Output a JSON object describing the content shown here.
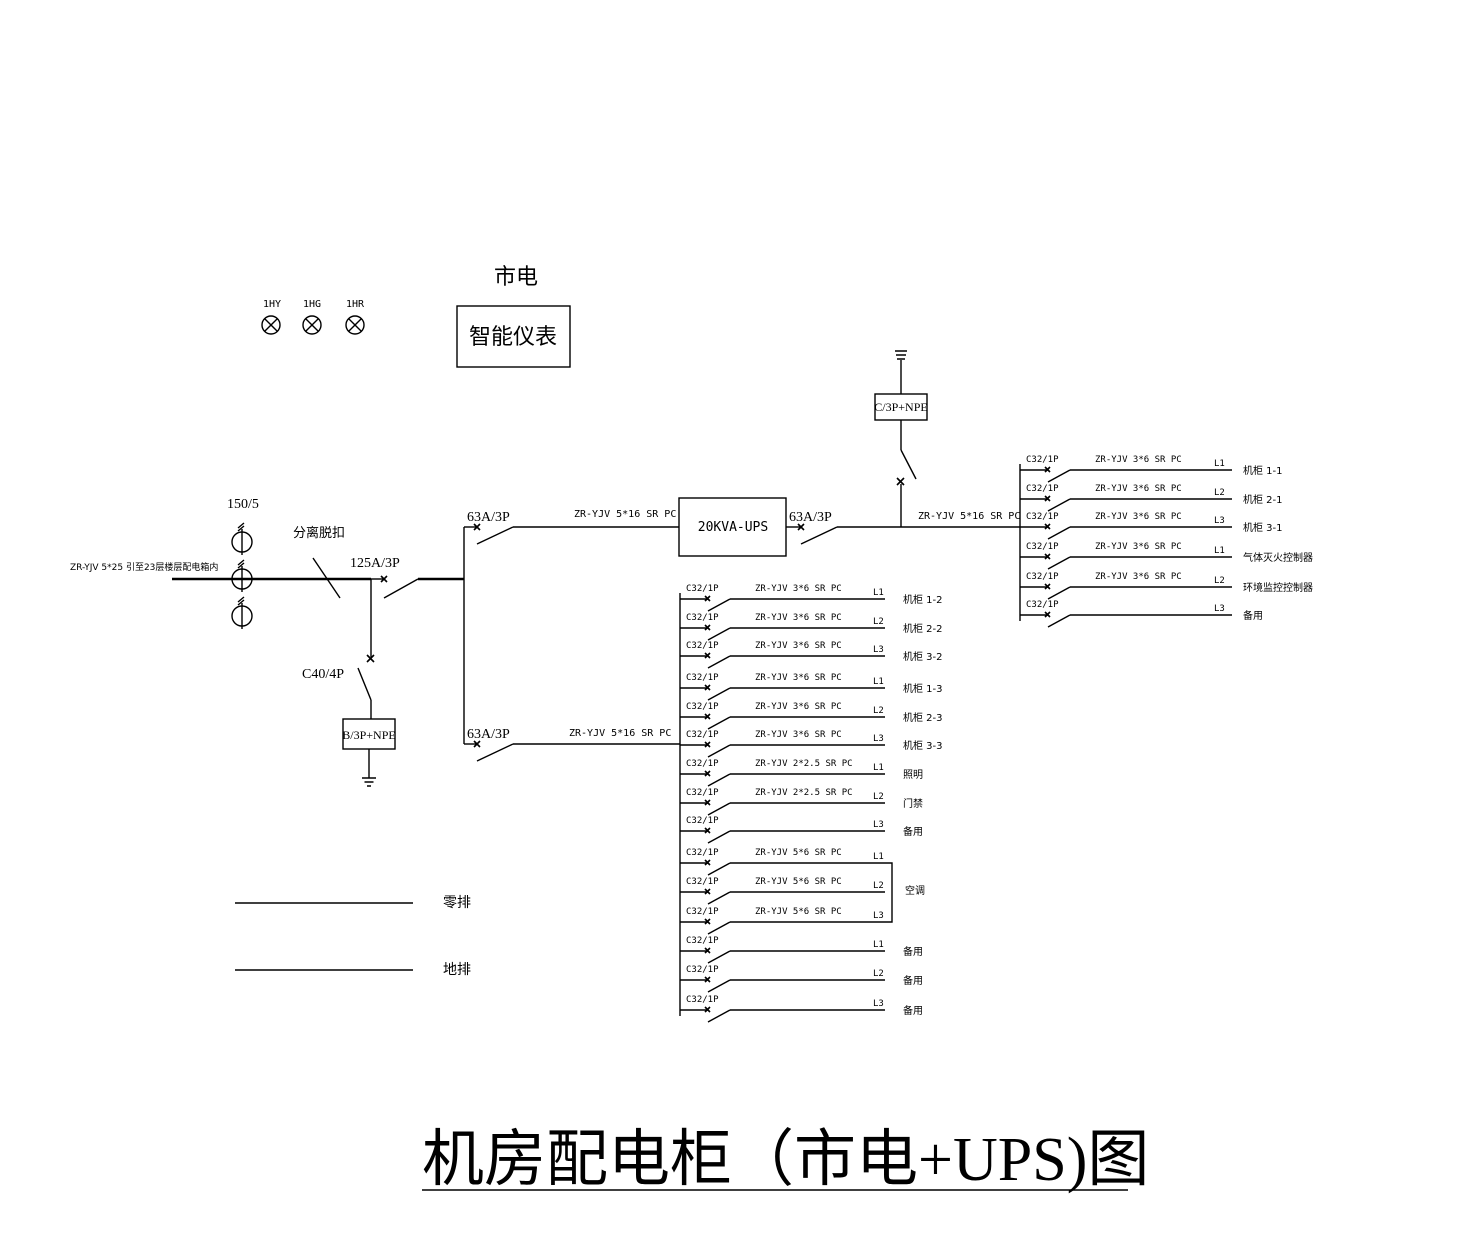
{
  "title": "机房配电柜（市电+UPS)图",
  "source_label": "市电",
  "meter_label": "智能仪表",
  "lamps": [
    "1HY",
    "1HG",
    "1HR"
  ],
  "ct_ratio": "150/5",
  "incoming_cable": "ZR-YJV 5*25 引至23层楼层配电箱内",
  "shunt_trip": "分离脱扣",
  "main_breaker": "125A/3P",
  "spd_breaker": "C40/4P",
  "spd_main": "B/3P+NPE",
  "spd_ups": "C/3P+NPE",
  "ups_label": "20KVA-UPS",
  "feeder_top_breaker": "63A/3P",
  "feeder_top_cable": "ZR-YJV 5*16 SR PC",
  "feeder_bottom_breaker": "63A/3P",
  "feeder_bottom_cable": "ZR-YJV 5*16 SR PC",
  "ups_out_breaker": "63A/3P",
  "ups_out_cable": "ZR-YJV 5*16 SR PC",
  "branch_breaker": "C32/1P",
  "ups_circuits": [
    {
      "cable": "ZR-YJV 3*6 SR PC",
      "phase": "L1",
      "load": "机柜 1-1"
    },
    {
      "cable": "ZR-YJV 3*6 SR PC",
      "phase": "L2",
      "load": "机柜 2-1"
    },
    {
      "cable": "ZR-YJV 3*6 SR PC",
      "phase": "L3",
      "load": "机柜 3-1"
    },
    {
      "cable": "ZR-YJV 3*6 SR PC",
      "phase": "L1",
      "load": "气体灭火控制器"
    },
    {
      "cable": "ZR-YJV 3*6 SR PC",
      "phase": "L2",
      "load": "环境监控控制器"
    },
    {
      "cable": "",
      "phase": "L3",
      "load": "备用"
    }
  ],
  "mains_circuits": [
    {
      "cable": "ZR-YJV 3*6 SR PC",
      "phase": "L1",
      "load": "机柜 1-2"
    },
    {
      "cable": "ZR-YJV 3*6 SR PC",
      "phase": "L2",
      "load": "机柜 2-2"
    },
    {
      "cable": "ZR-YJV 3*6 SR PC",
      "phase": "L3",
      "load": "机柜 3-2"
    },
    {
      "cable": "ZR-YJV 3*6 SR PC",
      "phase": "L1",
      "load": "机柜 1-3"
    },
    {
      "cable": "ZR-YJV 3*6 SR PC",
      "phase": "L2",
      "load": "机柜 2-3"
    },
    {
      "cable": "ZR-YJV 3*6 SR PC",
      "phase": "L3",
      "load": "机柜 3-3"
    },
    {
      "cable": "ZR-YJV 2*2.5 SR PC",
      "phase": "L1",
      "load": "照明"
    },
    {
      "cable": "ZR-YJV 2*2.5 SR PC",
      "phase": "L2",
      "load": "门禁"
    },
    {
      "cable": "",
      "phase": "L3",
      "load": "备用"
    },
    {
      "cable": "ZR-YJV 5*6 SR PC",
      "phase": "L1",
      "load": ""
    },
    {
      "cable": "ZR-YJV 5*6 SR PC",
      "phase": "L2",
      "load": ""
    },
    {
      "cable": "ZR-YJV 5*6 SR PC",
      "phase": "L3",
      "load": ""
    },
    {
      "cable": "",
      "phase": "L1",
      "load": "备用"
    },
    {
      "cable": "",
      "phase": "L2",
      "load": "备用"
    },
    {
      "cable": "",
      "phase": "L3",
      "load": "备用"
    }
  ],
  "ac_load": "空调",
  "neutral_bar": "零排",
  "earth_bar": "地排"
}
